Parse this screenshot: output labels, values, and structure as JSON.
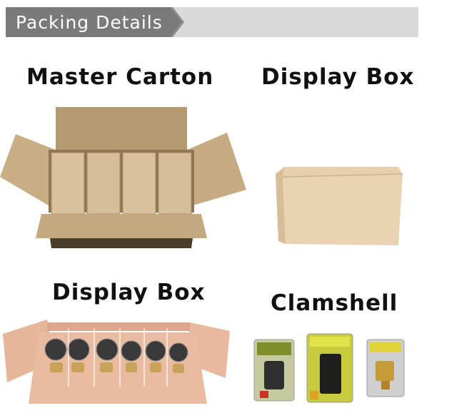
{
  "header": {
    "title": "Packing Details"
  },
  "sections": {
    "master_carton": {
      "label": "Master Carton"
    },
    "display_box_plain": {
      "label": "Display Box"
    },
    "display_box_filled": {
      "label": "Display Box"
    },
    "clamshell": {
      "label": "Clamshell"
    }
  }
}
